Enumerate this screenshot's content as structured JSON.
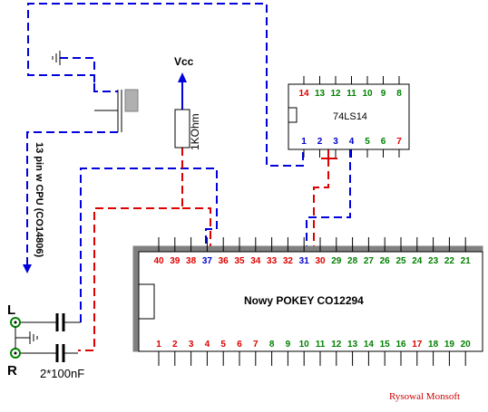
{
  "colors": {
    "red": "#dd0000",
    "green": "#008000",
    "blue": "#0000cc",
    "wire_blue": "#0000dd",
    "wire_red": "#dd0000",
    "chip_fill": "#ffffff",
    "chip_shadow": "#808080",
    "credit": "#cc0000"
  },
  "vcc_label": "Vcc",
  "resistor_label": "1KOhm",
  "cpu_pin_label": "13 pin w CPU (CO14806)",
  "left_label": "L",
  "right_label": "R",
  "cap_label": "2*100nF",
  "credit": "Rysowal Monsoft",
  "ls14": {
    "name": "74LS14",
    "top_pins": [
      {
        "n": "14",
        "c": "red"
      },
      {
        "n": "13",
        "c": "green"
      },
      {
        "n": "12",
        "c": "green"
      },
      {
        "n": "11",
        "c": "green"
      },
      {
        "n": "10",
        "c": "green"
      },
      {
        "n": "9",
        "c": "green"
      },
      {
        "n": "8",
        "c": "green"
      }
    ],
    "bottom_pins": [
      {
        "n": "1",
        "c": "blue"
      },
      {
        "n": "2",
        "c": "blue"
      },
      {
        "n": "3",
        "c": "blue"
      },
      {
        "n": "4",
        "c": "blue"
      },
      {
        "n": "5",
        "c": "green"
      },
      {
        "n": "6",
        "c": "green"
      },
      {
        "n": "7",
        "c": "red"
      }
    ]
  },
  "pokey": {
    "name": "Nowy POKEY CO12294",
    "top_pins": [
      {
        "n": "40",
        "c": "red"
      },
      {
        "n": "39",
        "c": "red"
      },
      {
        "n": "38",
        "c": "red"
      },
      {
        "n": "37",
        "c": "blue"
      },
      {
        "n": "36",
        "c": "red"
      },
      {
        "n": "35",
        "c": "red"
      },
      {
        "n": "34",
        "c": "red"
      },
      {
        "n": "33",
        "c": "red"
      },
      {
        "n": "32",
        "c": "red"
      },
      {
        "n": "31",
        "c": "blue"
      },
      {
        "n": "30",
        "c": "red"
      },
      {
        "n": "29",
        "c": "green"
      },
      {
        "n": "28",
        "c": "green"
      },
      {
        "n": "27",
        "c": "green"
      },
      {
        "n": "26",
        "c": "green"
      },
      {
        "n": "25",
        "c": "green"
      },
      {
        "n": "24",
        "c": "green"
      },
      {
        "n": "23",
        "c": "green"
      },
      {
        "n": "22",
        "c": "green"
      },
      {
        "n": "21",
        "c": "green"
      }
    ],
    "bottom_pins": [
      {
        "n": "1",
        "c": "red"
      },
      {
        "n": "2",
        "c": "red"
      },
      {
        "n": "3",
        "c": "red"
      },
      {
        "n": "4",
        "c": "red"
      },
      {
        "n": "5",
        "c": "red"
      },
      {
        "n": "6",
        "c": "red"
      },
      {
        "n": "7",
        "c": "red"
      },
      {
        "n": "8",
        "c": "green"
      },
      {
        "n": "9",
        "c": "green"
      },
      {
        "n": "10",
        "c": "green"
      },
      {
        "n": "11",
        "c": "green"
      },
      {
        "n": "12",
        "c": "green"
      },
      {
        "n": "13",
        "c": "green"
      },
      {
        "n": "14",
        "c": "green"
      },
      {
        "n": "15",
        "c": "green"
      },
      {
        "n": "16",
        "c": "green"
      },
      {
        "n": "17",
        "c": "red"
      },
      {
        "n": "18",
        "c": "green"
      },
      {
        "n": "19",
        "c": "green"
      },
      {
        "n": "20",
        "c": "green"
      }
    ]
  }
}
